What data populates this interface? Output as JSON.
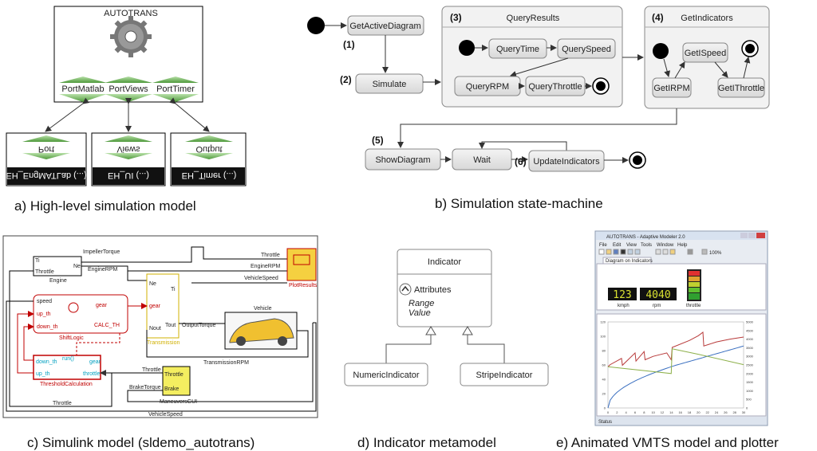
{
  "captions": {
    "a": "a) High-level simulation model",
    "b": "b) Simulation state-machine",
    "c": "c) Simulink model (sldemo_autotrans)",
    "d": "d) Indicator metamodel",
    "e": "e) Animated VMTS model and plotter"
  },
  "panel_a": {
    "title": "AUTOTRANS",
    "ports": [
      "PortMatlab",
      "PortViews",
      "PortTimer"
    ],
    "handlers": [
      {
        "port": "Port",
        "name": "EH_EngMATLab (...)"
      },
      {
        "port": "Views",
        "name": "EH_UI (...)"
      },
      {
        "port": "Output",
        "name": "EH_Timer (...)"
      }
    ]
  },
  "panel_b": {
    "states": {
      "get_active_diagram": "GetActiveDiagram",
      "simulate": "Simulate",
      "show_diagram": "ShowDiagram",
      "wait": "Wait",
      "update_indicators": "UpdateIndicators"
    },
    "query_results": {
      "title": "QueryResults",
      "states": [
        "QueryTime",
        "QuerySpeed",
        "QueryRPM",
        "QueryThrottle"
      ]
    },
    "get_indicators": {
      "title": "GetIndicators",
      "states": [
        "GetISpeed",
        "GetIRPM",
        "GetIThrottle"
      ]
    },
    "step_labels": [
      "(1)",
      "(2)",
      "(3)",
      "(4)",
      "(5)",
      "(6)"
    ]
  },
  "panel_c": {
    "blocks": {
      "engine": "Engine",
      "engine_ports": [
        "Ti",
        "Throttle",
        "Ne"
      ],
      "transmission": "Transmission",
      "trans_ports": [
        "Ne",
        "gear",
        "Nout",
        "Ti",
        "Tout"
      ],
      "shift_logic": "ShiftLogic",
      "shift_ports": [
        "speed",
        "up_th",
        "down_th",
        "gear",
        "CALC_TH"
      ],
      "threshold": "ThresholdCalculation",
      "threshold_ports": [
        "down_th",
        "up_th",
        "run()",
        "gear",
        "throttle"
      ],
      "vehicle": "Vehicle",
      "plot_results": "PlotResults",
      "maneuvers": "ManeuversGUI",
      "maneuver_ports": [
        "Throttle",
        "Brake"
      ]
    },
    "signals": [
      "ImpellerTorque",
      "EngineRPM",
      "Throttle",
      "EngineRPM",
      "VehicleSpeed",
      "OutputTorque",
      "TransmissionRPM",
      "Throttle",
      "BrakeTorque",
      "Throttle",
      "VehicleSpeed"
    ]
  },
  "panel_d": {
    "class_name": "Indicator",
    "attributes_label": "Attributes",
    "attributes": [
      "Range",
      "Value"
    ],
    "subclasses": [
      "NumericIndicator",
      "StripeIndicator"
    ]
  },
  "panel_e": {
    "window_title": "AUTOTRANS - Adaptive Modeler 2.0",
    "menu": [
      "File",
      "Edit",
      "View",
      "Tools",
      "Window",
      "Help"
    ],
    "zoom": "100%",
    "tab": "Diagram on Indicators",
    "gauges": [
      {
        "value": "123",
        "label": "kmph"
      },
      {
        "value": "4040",
        "label": "rpm"
      },
      {
        "value": "",
        "label": "throttle"
      }
    ],
    "status": "Status",
    "plot_x_ticks": [
      "0",
      "2",
      "4",
      "6",
      "8",
      "10",
      "12",
      "14",
      "16",
      "18",
      "20",
      "22",
      "24",
      "26",
      "28",
      "30"
    ],
    "plot_y_left": [
      "120",
      "100",
      "80",
      "60",
      "40",
      "20",
      "0"
    ],
    "plot_y_right": [
      "5000",
      "4500",
      "4000",
      "3500",
      "3000",
      "2500",
      "2000",
      "1500",
      "1000",
      "500",
      "0"
    ],
    "colors": {
      "speed": "#3a6fc0",
      "rpm": "#b83a3a",
      "throttle": "#8db04a"
    }
  }
}
